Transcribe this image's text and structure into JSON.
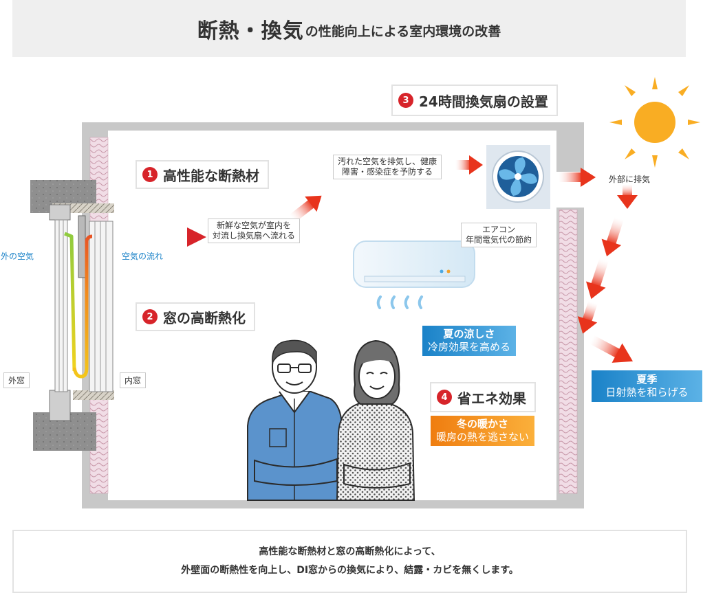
{
  "title": {
    "main": "断熱・換気",
    "sub": "の性能向上による室内環境の改善"
  },
  "features": [
    {
      "num": "1",
      "label": "高性能な断熱材"
    },
    {
      "num": "2",
      "label": "窓の高断熱化"
    },
    {
      "num": "3",
      "label": "24時間換気扇の設置"
    },
    {
      "num": "4",
      "label": "省エネ効果"
    }
  ],
  "labels": {
    "outside_air": "外の空気",
    "air_flow": "空気の流れ",
    "outer_window": "外窓",
    "inner_window": "内窓",
    "fresh_air_1": "新鮮な空気が室内を",
    "fresh_air_2": "対流し換気扇へ流れる",
    "exhaust_1": "汚れた空気を排気し、健康",
    "exhaust_2": "障害・感染症を予防する",
    "aircon_1": "エアコン",
    "aircon_2": "年間電気代の節約",
    "external_exhaust": "外部に排気"
  },
  "summer_cool": {
    "title": "夏の涼しさ",
    "text": "冷房効果を高める"
  },
  "winter_warm": {
    "title": "冬の暖かさ",
    "text": "暖房の熱を逃さない"
  },
  "summer_sun": {
    "title": "夏季",
    "text": "日射熱を和らげる"
  },
  "footer": {
    "line1": "高性能な断熱材と窓の高断熱化によって、",
    "line2": "外壁面の断熱性を向上し、DI窓からの換気により、結露・カビを無くします。"
  },
  "colors": {
    "accent_red": "#d7242a",
    "arrow_red": "#e8341c",
    "blue": "#1a82c8",
    "orange": "#ef7d10",
    "wall_gray": "#c8c8c8"
  }
}
